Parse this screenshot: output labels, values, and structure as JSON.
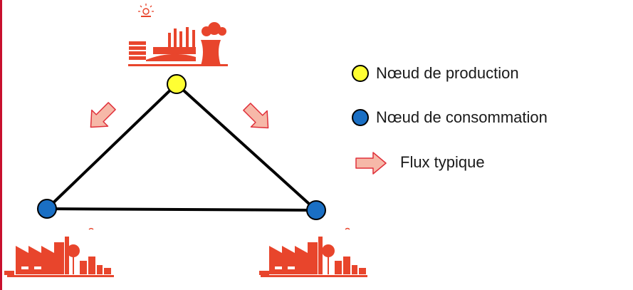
{
  "legend": {
    "production_label": "Nœud de production",
    "consumption_label": "Nœud de consommation",
    "flow_label": "Flux typique"
  },
  "colors": {
    "production_node": "#ffff33",
    "consumption_node": "#1a6fc4",
    "line": "#000000",
    "arrow_fill": "#f6b8a8",
    "arrow_stroke": "#e0303a",
    "plant_icon": "#e8452c",
    "accent_bar": "#c8102e"
  },
  "icons": {
    "top": "power-plant-icon",
    "bottom_left": "factory-town-icon",
    "bottom_right": "factory-town-icon"
  }
}
